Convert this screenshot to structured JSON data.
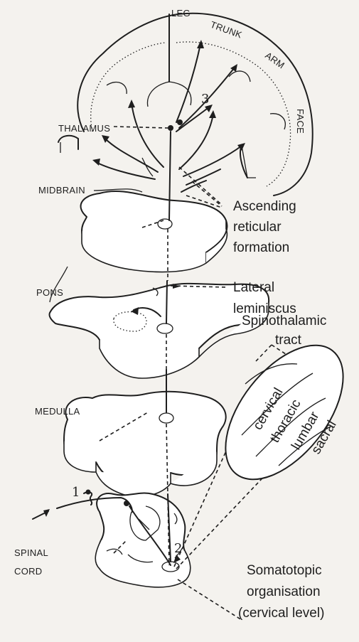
{
  "brain_regions": {
    "leg": "LEG",
    "trunk": "TRUNK",
    "arm": "ARM",
    "face": "FACE",
    "thalamus": "THALAMUS",
    "midbrain": "MIDBRAIN",
    "pons": "PONS",
    "medulla": "MEDULLA",
    "spinal_cord_line1": "SPINAL",
    "spinal_cord_line2": "CORD"
  },
  "annotations": {
    "ascending_reticular": [
      "Ascending",
      "reticular",
      "formation"
    ],
    "lateral_leminiscus": [
      "Lateral",
      "leminiscus"
    ],
    "spinothalamic": [
      "Spinothalamic",
      "tract"
    ],
    "somatotopic": [
      "Somatotopic",
      "organisation",
      "(cervical level)"
    ]
  },
  "tract_segments": [
    "cervical",
    "thoracic",
    "lumbar",
    "sacral"
  ],
  "neuron_numbers": [
    "1",
    "2",
    "3"
  ]
}
